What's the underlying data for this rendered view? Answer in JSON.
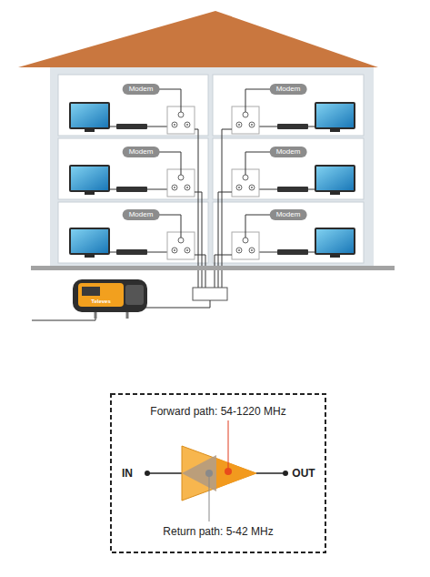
{
  "diagram": {
    "nodes": [
      {
        "text": [
          "Modem"
        ]
      },
      {
        "text": [
          "Modem"
        ]
      },
      {
        "text": [
          "Modem"
        ]
      },
      {
        "text": [
          "Modem"
        ]
      },
      {
        "text": [
          "Modem"
        ]
      },
      {
        "text": [
          "Modem"
        ]
      }
    ],
    "labels": [
      "Televes",
      "Forward path: 54-1220 MHz",
      "IN",
      "OUT",
      "Return path: 5-42 MHz"
    ]
  }
}
